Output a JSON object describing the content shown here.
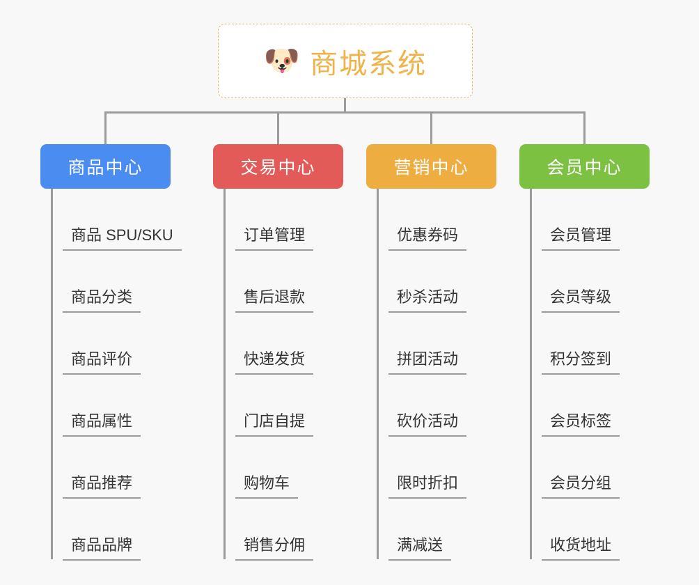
{
  "page": {
    "background_color": "#f8f8f8",
    "type": "mindmap"
  },
  "root": {
    "icon": "shiba-dog-emoji",
    "emoji": "🐶",
    "title": "商城系统",
    "text_color": "#f0b34a",
    "border_color": "#e8b964",
    "background_color": "#ffffff"
  },
  "connector_color": "#9b9b9b",
  "columns": [
    {
      "id": "product-center",
      "title": "商品中心",
      "color": "#4a8cf0",
      "items": [
        "商品 SPU/SKU",
        "商品分类",
        "商品评价",
        "商品属性",
        "商品推荐",
        "商品品牌"
      ]
    },
    {
      "id": "trade-center",
      "title": "交易中心",
      "color": "#e35b58",
      "items": [
        "订单管理",
        "售后退款",
        "快递发货",
        "门店自提",
        "购物车",
        "销售分佣"
      ]
    },
    {
      "id": "marketing-center",
      "title": "营销中心",
      "color": "#eead41",
      "items": [
        "优惠券码",
        "秒杀活动",
        "拼团活动",
        "砍价活动",
        "限时折扣",
        "满减送"
      ]
    },
    {
      "id": "member-center",
      "title": "会员中心",
      "color": "#7cc142",
      "items": [
        "会员管理",
        "会员等级",
        "积分签到",
        "会员标签",
        "会员分组",
        "收货地址"
      ]
    }
  ]
}
